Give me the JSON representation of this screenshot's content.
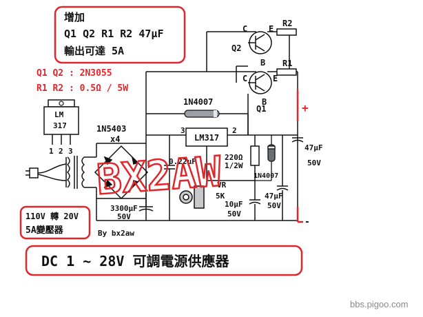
{
  "note_box": {
    "line1": "增加",
    "line2": "Q1 Q2 R1 R2 47μF",
    "line3": "輸出可達 5A"
  },
  "transistor_spec": {
    "line1": "Q1  Q2 : 2N3055",
    "line2": "R1  R2 : 0.5Ω / 5W"
  },
  "regulator_package": {
    "part": "LM\n317",
    "pins": [
      "1",
      "2",
      "3"
    ]
  },
  "transformer_box": {
    "line1": "110V 轉 20V",
    "line2": "5A變壓器"
  },
  "components": {
    "bridge": "1N5403",
    "bridge_count": "x4",
    "diode_top": "1N4007",
    "regulator": "LM317",
    "pin_in": "3",
    "pin_out": "2",
    "cap_small": "0.22μF",
    "resistor": "220Ω",
    "resistor_power": "1/2W",
    "diode_side": "1N4007",
    "pot_name": "VR",
    "pot_value": "5K",
    "cap_main_value": "3300μF",
    "cap_main_voltage": "50V",
    "cap_10_value": "10μF",
    "cap_10_voltage": "50V",
    "cap_47a_value": "47μF",
    "cap_47a_voltage": "50V",
    "cap_47b_value": "47μF",
    "cap_47b_voltage": "50V",
    "q1": "Q1",
    "q2": "Q2",
    "r1": "R1",
    "r2": "R2",
    "c_label": "C",
    "e_label": "E",
    "b_label": "B",
    "plus": "+",
    "minus": "-"
  },
  "author": "By bx2aw",
  "watermark": "BX2AW",
  "title": "DC 1 ~ 28V 可調電源供應器",
  "site": "bbs.pigoo.com",
  "colors": {
    "accent_red": "#e0262b",
    "line": "#111111",
    "background": "#ffffff"
  }
}
